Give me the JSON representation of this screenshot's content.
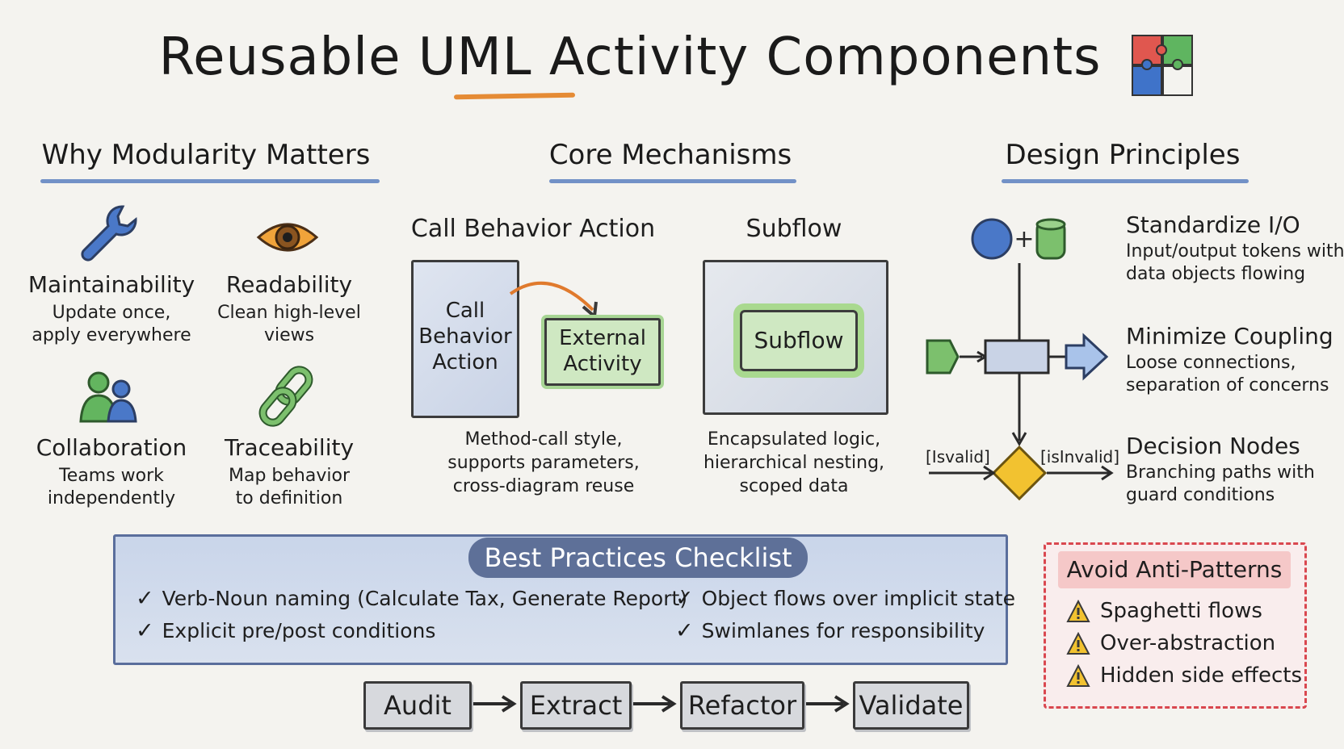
{
  "title": "Reusable UML Activity Components",
  "sections": {
    "why": "Why Modularity Matters",
    "core": "Core Mechanisms",
    "principles": "Design Principles"
  },
  "benefits": [
    {
      "title": "Maintainability",
      "desc_line1": "Update once,",
      "desc_line2": "apply everywhere",
      "icon": "wrench-icon"
    },
    {
      "title": "Readability",
      "desc_line1": "Clean high-level",
      "desc_line2": "views",
      "icon": "eye-icon"
    },
    {
      "title": "Collaboration",
      "desc_line1": "Teams work",
      "desc_line2": "independently",
      "icon": "people-icon"
    },
    {
      "title": "Traceability",
      "desc_line1": "Map behavior",
      "desc_line2": "to definition",
      "icon": "chain-link-icon"
    }
  ],
  "mechanisms": {
    "call_behavior": {
      "title": "Call Behavior Action",
      "box_line1": "Call",
      "box_line2": "Behavior",
      "box_line3": "Action",
      "target_line1": "External",
      "target_line2": "Activity",
      "desc_line1": "Method-call style,",
      "desc_line2": "supports parameters,",
      "desc_line3": "cross-diagram reuse"
    },
    "subflow": {
      "title": "Subflow",
      "inner_label": "Subflow",
      "desc_line1": "Encapsulated logic,",
      "desc_line2": "hierarchical nesting,",
      "desc_line3": "scoped data"
    }
  },
  "principles": [
    {
      "title": "Standardize I/O",
      "desc_line1": "Input/output tokens with",
      "desc_line2": "data objects flowing"
    },
    {
      "title": "Minimize Coupling",
      "desc_line1": "Loose connections,",
      "desc_line2": "separation of concerns"
    },
    {
      "title": "Decision Nodes",
      "desc_line1": "Branching paths with",
      "desc_line2": "guard conditions"
    }
  ],
  "guards": {
    "left": "[Isvalid]",
    "right": "[isInvalid]"
  },
  "checklist": {
    "title": "Best Practices Checklist",
    "mark": "✓",
    "items": [
      "Verb-Noun naming (Calculate Tax, Generate Report)",
      "Explicit pre/post conditions",
      "Object flows over implicit state",
      "Swimlanes for responsibility"
    ]
  },
  "anti_patterns": {
    "title": "Avoid Anti-Patterns",
    "items": [
      "Spaghetti flows",
      "Over-abstraction",
      "Hidden side effects"
    ]
  },
  "process_steps": [
    "Audit",
    "Extract",
    "Refactor",
    "Validate"
  ],
  "colors": {
    "accent_blue": "#5b7fc0",
    "accent_orange": "#e58b35",
    "green_fill": "#cfe8c2",
    "warning_red": "#d9474f",
    "warning_yellow": "#f2c230"
  }
}
